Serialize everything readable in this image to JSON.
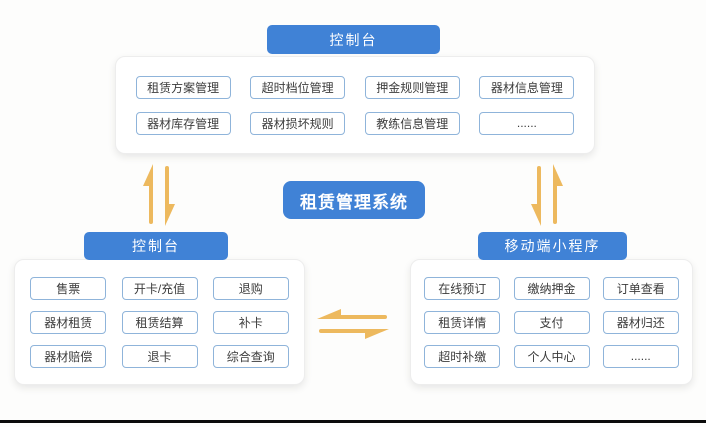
{
  "colors": {
    "accent_blue": "#4082d6",
    "arrow_gold": "#edb95e",
    "item_border": "#8fb4da",
    "item_text": "#3c3c3c"
  },
  "center": {
    "title": "租赁管理系统"
  },
  "top_panel": {
    "header": "控制台",
    "rows": [
      [
        "租赁方案管理",
        "超时档位管理",
        "押金规则管理",
        "器材信息管理"
      ],
      [
        "器材库存管理",
        "器材损坏规则",
        "教练信息管理",
        "......"
      ]
    ]
  },
  "left_panel": {
    "header": "控制台",
    "rows": [
      [
        "售票",
        "开卡/充值",
        "退购"
      ],
      [
        "器材租赁",
        "租赁结算",
        "补卡"
      ],
      [
        "器材赔偿",
        "退卡",
        "综合查询"
      ]
    ]
  },
  "right_panel": {
    "header": "移动端小程序",
    "rows": [
      [
        "在线预订",
        "缴纳押金",
        "订单查看"
      ],
      [
        "租赁详情",
        "支付",
        "器材归还"
      ],
      [
        "超时补缴",
        "个人中心",
        "......"
      ]
    ]
  },
  "icons": {
    "left_vertical_arrows": "up-down-double-arrow",
    "right_vertical_arrows": "down-up-double-arrow",
    "horizontal_arrows": "swap-left-right-arrow"
  }
}
